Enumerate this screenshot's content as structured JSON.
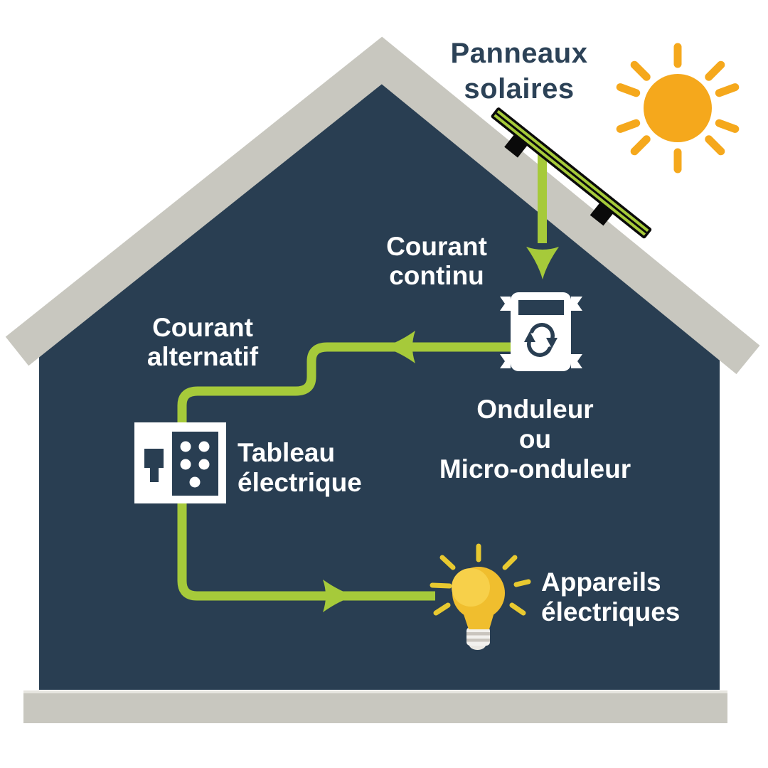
{
  "labels": {
    "solar_panels": "Panneaux\nsolaires",
    "dc_current": "Courant\ncontinu",
    "inverter": "Onduleur\nou\nMicro-onduleur",
    "ac_current": "Courant\nalternatif",
    "electrical_board": "Tableau\nélectrique",
    "appliances": "Appareils\nélectriques"
  },
  "colors": {
    "house_navy": "#293E52",
    "roof_gray": "#C8C7BF",
    "base_gray": "#C8C7BF",
    "flow_green": "#A6CA3A",
    "sun_orange": "#F5A81C",
    "bulb_yellow": "#F0BE2E",
    "bulb_highlight": "#F7D04A",
    "ray_yellow": "#E8C930",
    "label_white": "#FFFFFF",
    "label_navy": "#2C4257",
    "panel_black": "#0A0A0A"
  },
  "icons": {
    "sun": "sun-icon",
    "solar_panel": "solar-panel-icon",
    "inverter": "inverter-sync-icon",
    "electrical_board": "breaker-panel-icon",
    "light_bulb": "light-bulb-icon",
    "flow_arrows": "green-flow-arrows"
  }
}
